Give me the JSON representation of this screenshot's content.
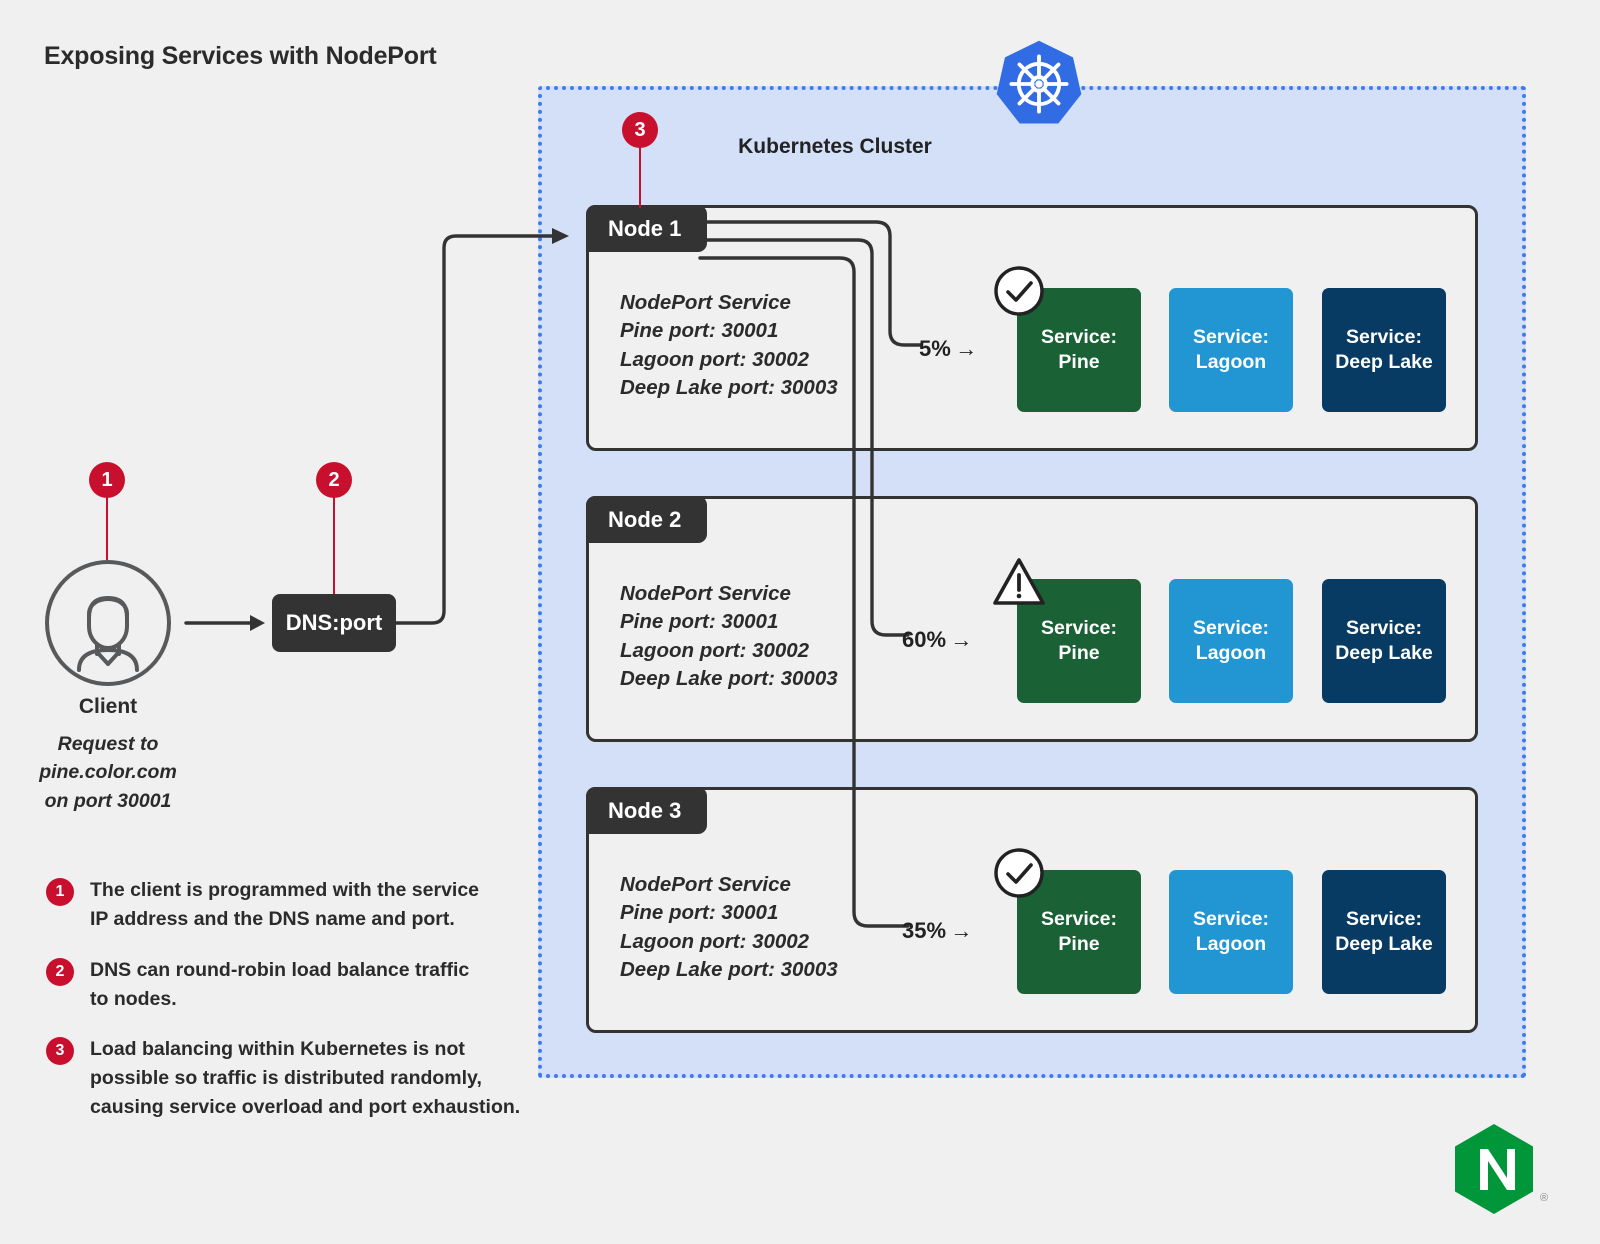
{
  "title": "Exposing Services with NodePort",
  "colors": {
    "background": "#f0f0f0",
    "cluster_fill": "#d4e0f7",
    "cluster_border": "#3d7bf0",
    "accent_red": "#c8102e",
    "node_dark": "#333333",
    "service_pine": "#1a6135",
    "service_lagoon": "#2196d3",
    "service_deep_lake": "#073b63",
    "nginx_green": "#009639",
    "k8s_blue": "#326ce5"
  },
  "client": {
    "icon": "user-avatar-icon",
    "label": "Client",
    "sub_label": "Request to\npine.color.com\non port 30001"
  },
  "dns": {
    "label": "DNS:port"
  },
  "cluster": {
    "logo": "kubernetes-helm-icon",
    "label": "Kubernetes Cluster"
  },
  "nodes": [
    {
      "tag": "Node 1",
      "info": "NodePort Service\nPine port: 30001\nLagoon port: 30002\nDeep Lake port: 30003",
      "traffic_pct": "5% →",
      "status_icon": "check-circle-icon",
      "services": [
        {
          "label": "Service:\nPine",
          "color_key": "service_pine"
        },
        {
          "label": "Service:\nLagoon",
          "color_key": "service_lagoon"
        },
        {
          "label": "Service:\nDeep Lake",
          "color_key": "service_deep_lake"
        }
      ]
    },
    {
      "tag": "Node 2",
      "info": "NodePort Service\nPine port: 30001\nLagoon port: 30002\nDeep Lake port: 30003",
      "traffic_pct": "60% →",
      "status_icon": "warning-triangle-icon",
      "services": [
        {
          "label": "Service:\nPine",
          "color_key": "service_pine"
        },
        {
          "label": "Service:\nLagoon",
          "color_key": "service_lagoon"
        },
        {
          "label": "Service:\nDeep Lake",
          "color_key": "service_deep_lake"
        }
      ]
    },
    {
      "tag": "Node 3",
      "info": "NodePort Service\nPine port: 30001\nLagoon port: 30002\nDeep Lake port: 30003",
      "traffic_pct": "35% →",
      "status_icon": "check-circle-icon",
      "services": [
        {
          "label": "Service:\nPine",
          "color_key": "service_pine"
        },
        {
          "label": "Service:\nLagoon",
          "color_key": "service_lagoon"
        },
        {
          "label": "Service:\nDeep Lake",
          "color_key": "service_deep_lake"
        }
      ]
    }
  ],
  "markers": [
    {
      "number": "1"
    },
    {
      "number": "2"
    },
    {
      "number": "3"
    }
  ],
  "legend": [
    {
      "number": "1",
      "text": "The client is programmed with the service\nIP address and the DNS name and port."
    },
    {
      "number": "2",
      "text": "DNS can round-robin load balance traffic\nto nodes."
    },
    {
      "number": "3",
      "text": "Load balancing within Kubernetes is not\npossible so traffic is distributed randomly,\ncausing service overload and port exhaustion."
    }
  ],
  "brand": {
    "logo": "nginx-logo",
    "trademark": "®"
  }
}
